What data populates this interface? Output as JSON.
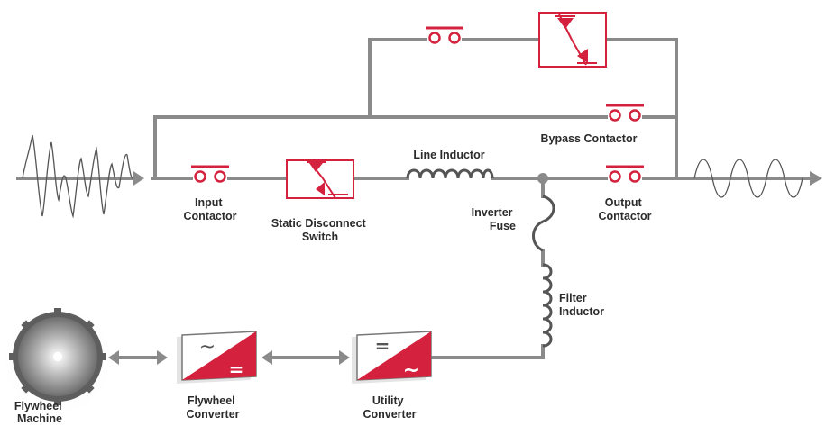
{
  "colors": {
    "wire": "#8a8a8a",
    "accent": "#d4213d",
    "text": "#2b2b2b",
    "wave": "#555555"
  },
  "icons": [
    "contactor-icon",
    "scr-switch-icon",
    "inductor-icon",
    "fuse-icon",
    "converter-icon",
    "flywheel-icon",
    "double-arrow-icon",
    "sine-wave-icon"
  ],
  "labels": {
    "input_contactor": [
      "Input",
      "Contactor"
    ],
    "static_disconnect_switch": [
      "Static Disconnect",
      "Switch"
    ],
    "line_inductor": "Line Inductor",
    "bypass_contactor": "Bypass Contactor",
    "inverter_fuse": [
      "Inverter",
      "Fuse"
    ],
    "output_contactor": [
      "Output",
      "Contactor"
    ],
    "filter_inductor": [
      "Filter",
      "Inductor"
    ],
    "flywheel_machine": [
      "Flywheel",
      "Machine"
    ],
    "flywheel_converter": [
      "Flywheel",
      "Converter"
    ],
    "utility_converter": [
      "Utility",
      "Converter"
    ]
  },
  "converter_symbols": {
    "flywheel_converter": {
      "top": "~",
      "bottom": "="
    },
    "utility_converter": {
      "top": "=",
      "bottom": "~"
    }
  }
}
